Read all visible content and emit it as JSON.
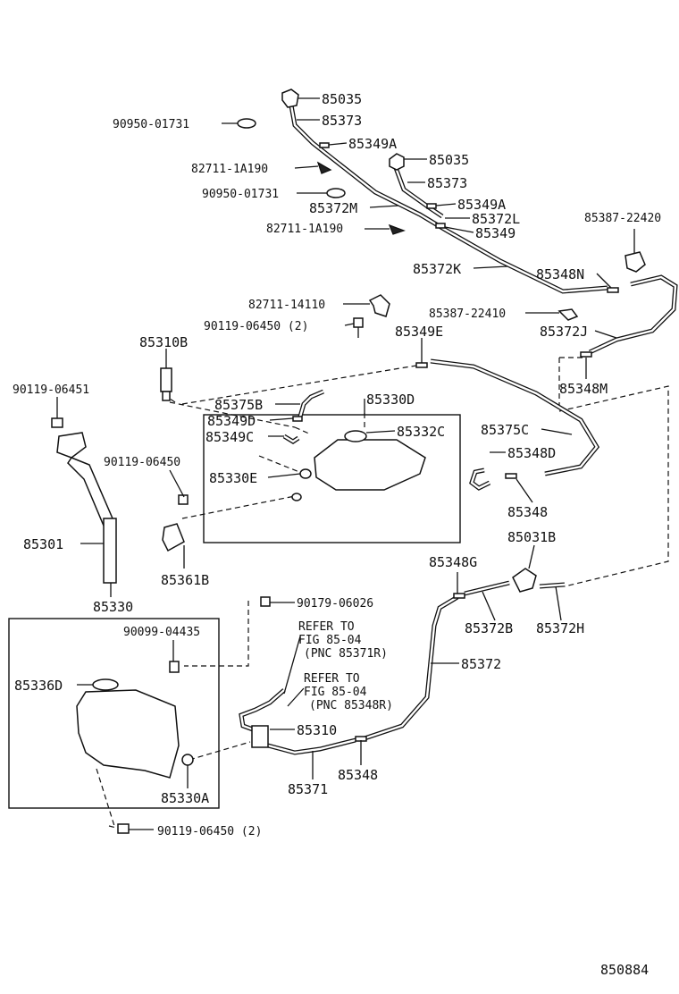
{
  "labels": {
    "l01": "85035",
    "l02": "85373",
    "l03": "90950-01731",
    "l04": "85349A",
    "l05": "85035",
    "l06": "82711-1A190",
    "l07": "85373",
    "l08": "90950-01731",
    "l09": "85372M",
    "l10": "85349A",
    "l11": "85372L",
    "l12": "82711-1A190",
    "l13": "85349",
    "l14": "85387-22420",
    "l15": "85372K",
    "l16": "85348N",
    "l17": "82711-14110",
    "l18": "85387-22410",
    "l19": "90119-06450 (2)",
    "l20": "85372J",
    "l21": "85349E",
    "l22": "85310B",
    "l23": "90119-06451",
    "l24": "85348M",
    "l25": "85375B",
    "l26": "85330D",
    "l27": "85349D",
    "l28": "85332C",
    "l29": "85349C",
    "l30": "85375C",
    "l31": "85348D",
    "l32": "90119-06450",
    "l33": "85330E",
    "l34": "85348",
    "l35": "85301",
    "l36": "85031B",
    "l37": "85361B",
    "l38": "85348G",
    "l39": "85330",
    "l40": "85372B",
    "l41": "85372H",
    "l42": "90179-06026",
    "l43": "90099-04435",
    "l44": "85372",
    "l45": "85336D",
    "l46": "85310",
    "l47": "85330A",
    "l48": "85371",
    "l49": "85348",
    "l50": "90119-06450 (2)"
  },
  "refer_notes": {
    "r1_line1": "REFER TO",
    "r1_line2": "FIG 85-04",
    "r1_line3": "(PNC 85371R)",
    "r2_line1": "REFER TO",
    "r2_line2": "FIG 85-04",
    "r2_line3": "(PNC 85348R)"
  },
  "figure_number": "850884"
}
